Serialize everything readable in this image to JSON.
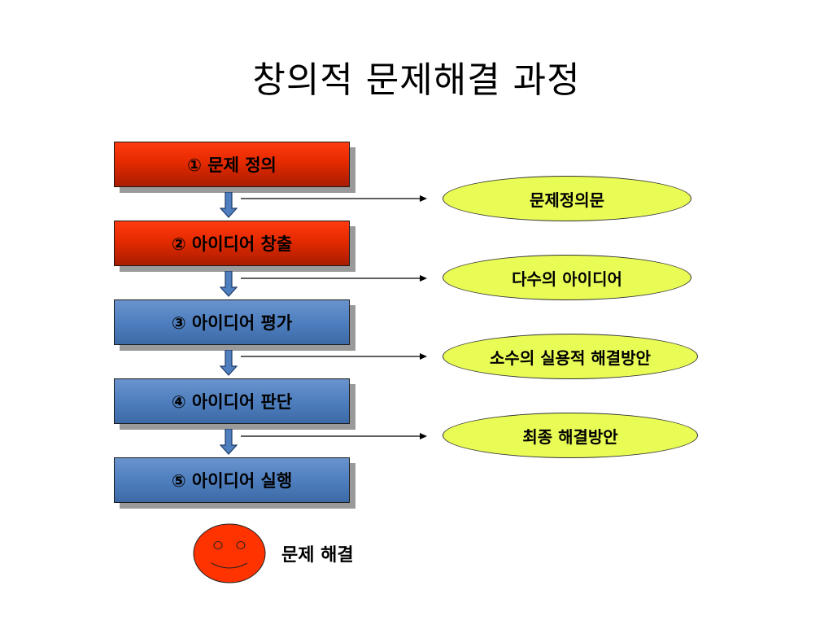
{
  "title": "창의적 문제해결 과정",
  "steps": [
    {
      "label": "① 문제 정의",
      "color": "#e52a00"
    },
    {
      "label": "② 아이디어 창출",
      "color": "#e52a00"
    },
    {
      "label": "③ 아이디어 평가",
      "color": "#4f7fbf"
    },
    {
      "label": "④ 아이디어 판단",
      "color": "#4f7fbf"
    },
    {
      "label": "⑤ 아이디어 실행",
      "color": "#4f7fbf"
    }
  ],
  "outputs": [
    {
      "label": "문제정의문"
    },
    {
      "label": "다수의 아이디어"
    },
    {
      "label": "소수의 실용적 해결방안"
    },
    {
      "label": "최종 해결방안"
    }
  ],
  "result": {
    "label": "문제 해결",
    "icon": "smiley-face-icon",
    "color": "#ff3300"
  },
  "colors": {
    "oval": "#e9fb55",
    "shadow": "#9a9a9a",
    "arrow": "#4f7fbf"
  }
}
